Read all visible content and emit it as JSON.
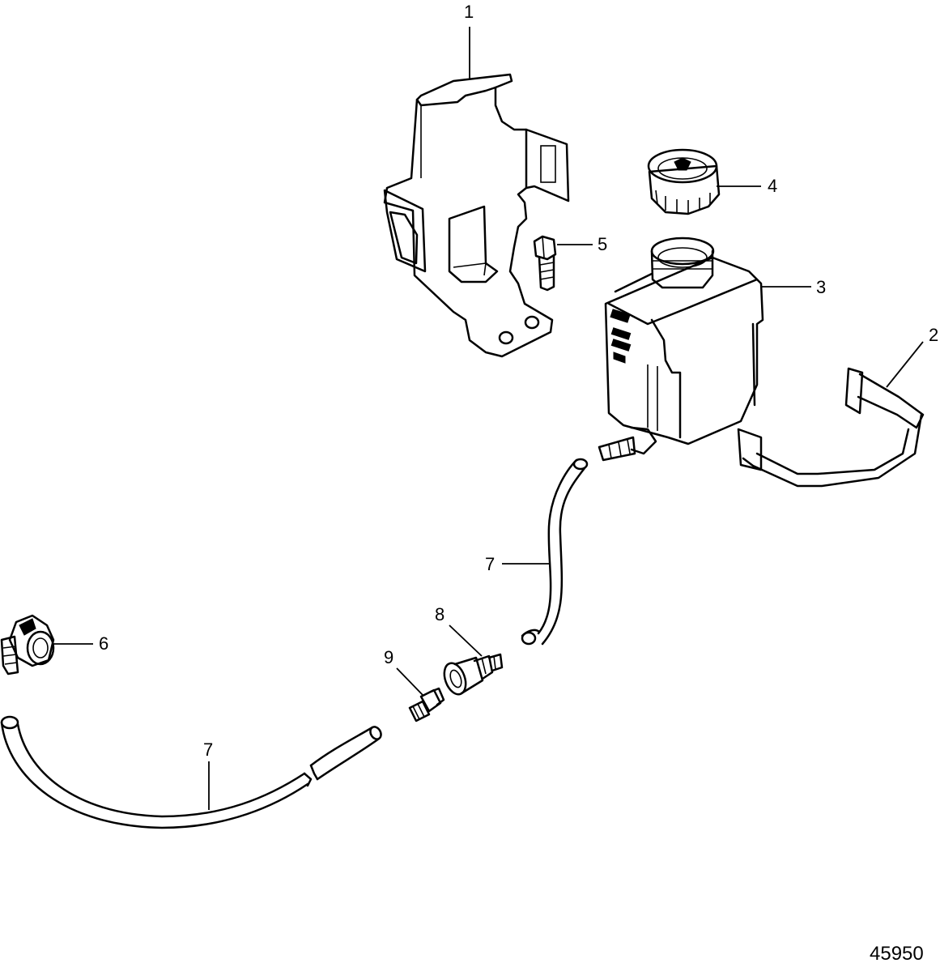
{
  "callouts": {
    "c1": "1",
    "c2": "2",
    "c3": "3",
    "c4": "4",
    "c5": "5",
    "c6": "6",
    "c7_upper": "7",
    "c7_lower": "7",
    "c8": "8",
    "c9": "9"
  },
  "figure_id": "45950"
}
